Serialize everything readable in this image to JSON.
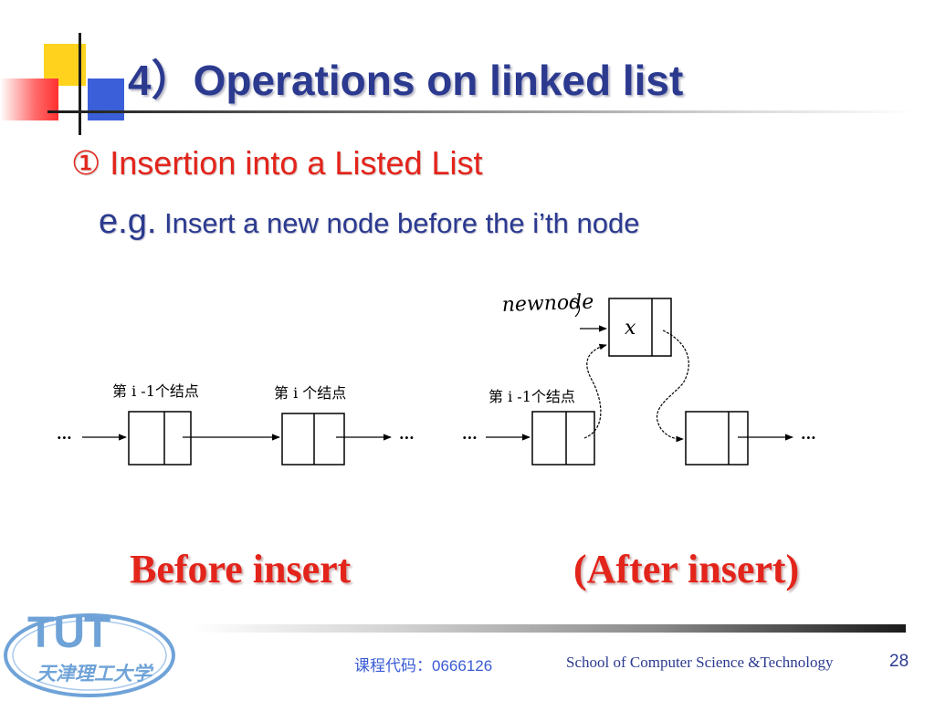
{
  "slide": {
    "title": "4）Operations on linked list",
    "subtitle": "① Insertion into a Listed List",
    "example_prefix": "e.g.",
    "example_text": " Insert a new node before the i’th node"
  },
  "diagram": {
    "ellipsis": "···",
    "node_prev_label": "第 i -1个结点",
    "node_i_label": "第 i 个结点",
    "newnode_label": "newnode",
    "newnode_value": "x"
  },
  "captions": {
    "before": "Before insert",
    "after": "(After insert)"
  },
  "footer": {
    "course_code": "课程代码：0666126",
    "school": "School of Computer Science &Technology",
    "page": "28",
    "logo_text": "TUT",
    "logo_subtext": "天津理工大学"
  },
  "colors": {
    "title": "#2b3a8f",
    "accent_red": "#e3241b",
    "logo_blue": "#6fa3d8"
  }
}
